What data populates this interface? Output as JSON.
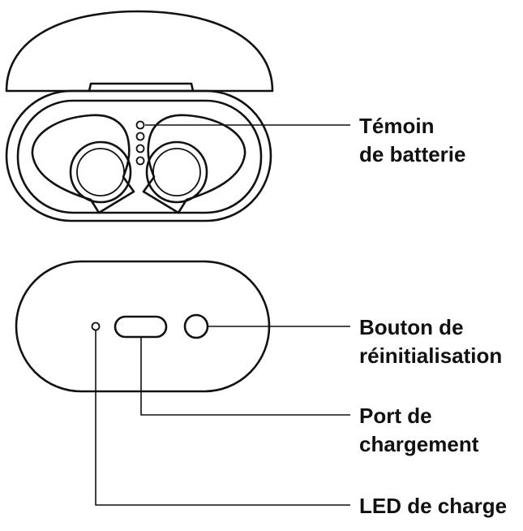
{
  "labels": {
    "battery_indicator": {
      "line1": "Témoin",
      "line2": "de batterie"
    },
    "reset_button": {
      "line1": "Bouton de",
      "line2": "réinitialisation"
    },
    "charging_port": {
      "line1": "Port de",
      "line2": "chargement"
    },
    "charge_led": {
      "line1": "LED de charge"
    }
  }
}
